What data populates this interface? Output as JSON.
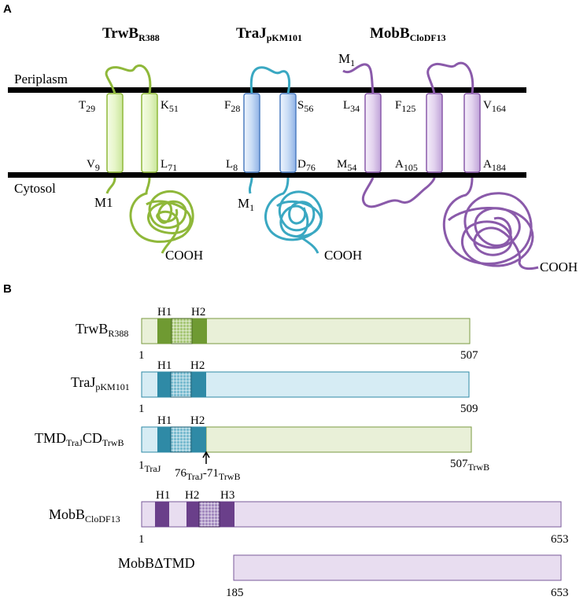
{
  "panel_a": {
    "label": "A",
    "periplasm": "Periplasm",
    "cytosol": "Cytosol",
    "trwb": {
      "title_main": "TrwB",
      "title_sub": "R388",
      "color": "#8fb83a",
      "fill": "#e6f5c8",
      "top_left": {
        "main": "T",
        "sub": "29"
      },
      "top_right": {
        "main": "K",
        "sub": "51"
      },
      "bot_left": {
        "main": "V",
        "sub": "9"
      },
      "bot_right": {
        "main": "L",
        "sub": "71"
      },
      "n_term": "M1",
      "c_term": "COOH"
    },
    "traj": {
      "title_main": "TraJ",
      "title_sub": "pKM101",
      "color": "#3aa8c2",
      "fill": "#c8dcf5",
      "top_left": {
        "main": "F",
        "sub": "28"
      },
      "top_right": {
        "main": "S",
        "sub": "56"
      },
      "bot_left": {
        "main": "L",
        "sub": "8"
      },
      "bot_right": {
        "main": "D",
        "sub": "76"
      },
      "n_term": {
        "main": "M",
        "sub": "1"
      },
      "c_term": "COOH"
    },
    "mobb": {
      "title_main": "MobB",
      "title_sub": "CloDF13",
      "color": "#8a5aaa",
      "fill": "#e2d2ee",
      "n_term": {
        "main": "M",
        "sub": "1"
      },
      "tm1_top": {
        "main": "L",
        "sub": "34"
      },
      "tm1_bot": {
        "main": "M",
        "sub": "54"
      },
      "tm2_top": {
        "main": "F",
        "sub": "125"
      },
      "tm2_bot": {
        "main": "A",
        "sub": "105"
      },
      "tm3_top": {
        "main": "V",
        "sub": "164"
      },
      "tm3_bot": {
        "main": "A",
        "sub": "184"
      },
      "c_term": "COOH"
    }
  },
  "panel_b": {
    "label": "B",
    "colors": {
      "trwb_bar": "#e9f0d8",
      "trwb_border": "#7a9a40",
      "trwb_helix": "#6f9a32",
      "traj_bar": "#d6ecf4",
      "traj_border": "#2f8aa6",
      "traj_helix": "#2f8aa6",
      "mobb_bar": "#e8ddf0",
      "mobb_border": "#7a5a9a",
      "mobb_helix": "#6a3f8a"
    },
    "rows": [
      {
        "name_main": "TrwB",
        "name_sub": "R388",
        "h1": "H1",
        "h2": "H2",
        "start": "1",
        "end": "507"
      },
      {
        "name_main": "TraJ",
        "name_sub": "pKM101",
        "h1": "H1",
        "h2": "H2",
        "start": "1",
        "end": "509"
      },
      {
        "name_main1": "TMD",
        "name_sub1": "TraJ",
        "name_main2": "CD",
        "name_sub2": "TrwB",
        "h1": "H1",
        "h2": "H2",
        "start_main": "1",
        "start_sub": "TraJ",
        "junction_main1": "76",
        "junction_sub1": "TraJ",
        "junction_dash": "-",
        "junction_main2": "71",
        "junction_sub2": "TrwB",
        "end_main": "507",
        "end_sub": "TrwB"
      },
      {
        "name_main": "MobB",
        "name_sub": "CloDF13",
        "h1": "H1",
        "h2": "H2",
        "h3": "H3",
        "start": "1",
        "end": "653"
      },
      {
        "name": "MobBΔTMD",
        "start": "185",
        "end": "653"
      }
    ]
  }
}
